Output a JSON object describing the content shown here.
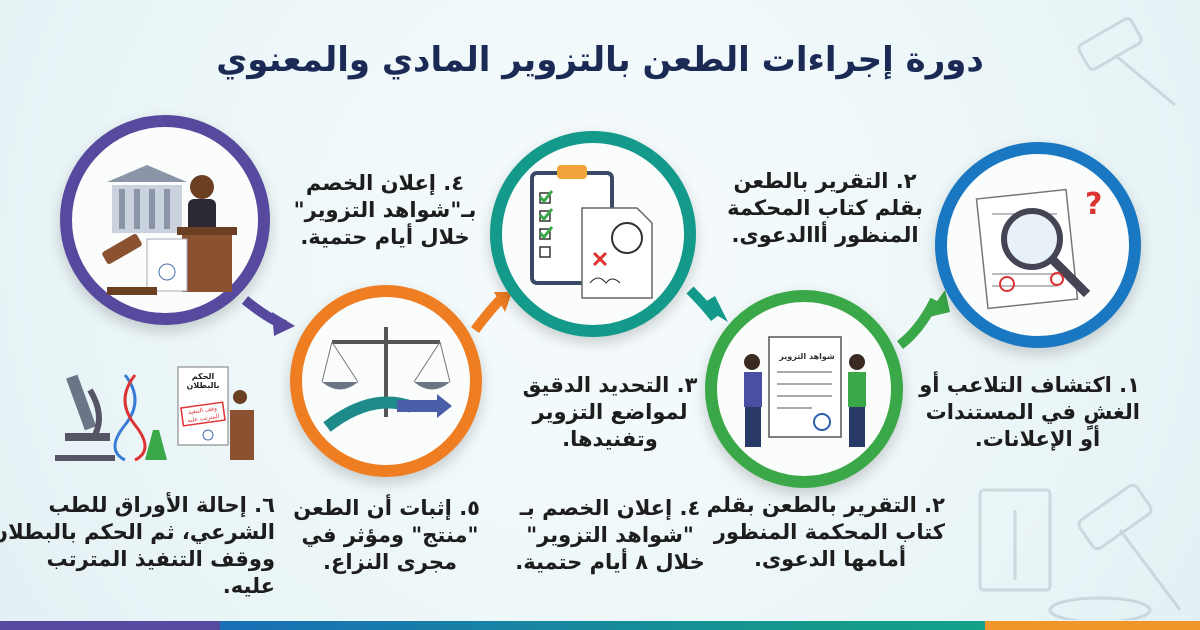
{
  "title": "دورة إجراءات الطعن بالتزوير المادي والمعنوي",
  "colors": {
    "title": "#1b2a55",
    "purple": "#574a9e",
    "orange": "#ef7d22",
    "teal": "#149a8a",
    "green": "#3aa848",
    "blue": "#1a78c2"
  },
  "steps": {
    "s1": {
      "lines": [
        "١. اكتشاف التلاعب أو",
        "الغشٍ في المستندات",
        "أو الإعلانات."
      ],
      "icon": "magnifier-document-icon"
    },
    "s2_top": {
      "lines": [
        "٢. التقرير بالطعن",
        "بقلم كتاب المحكمة",
        "المنظور أاالدعوى."
      ]
    },
    "s2": {
      "lines": [
        "٢. التقرير بالطعن بقلم",
        "كتاب المحكمة المنظور",
        "أمامها الدعوى."
      ],
      "doc_label": "شواهد التزوير",
      "icon": "handover-document-icon"
    },
    "s3": {
      "lines": [
        "٣. التحديد الدقيق",
        "لمواضع التزوير",
        "وتفنيدها."
      ],
      "icon": "clipboard-checklist-icon"
    },
    "s4_top": {
      "lines": [
        "٤. إعلان الخصم",
        "بـ\"شواهد التزوير\"",
        "خلال أيام حتمية."
      ]
    },
    "s4": {
      "lines": [
        "٤. إعلان الخصم بـ",
        "\"شواهد التزوير\"",
        "خلال ٨ أيام حتمية."
      ]
    },
    "s5": {
      "lines": [
        "٥. إثبات أن الطعن",
        "\"منتج\" ومؤثر في",
        "مجرى النزاع."
      ],
      "icon": "scales-icon"
    },
    "s6": {
      "lines": [
        "٦. إحالة الأوراق للطب",
        "الشرعي، ثم الحكم بالبطلان",
        "ووقف التنفيذ المترتب",
        "عليه."
      ],
      "doc_label": "الحكم بالبطلان",
      "stamp_label": "وقف التنفيذ المترتب عليه",
      "icon": "microscope-dna-icon"
    },
    "s6_circle": {
      "icon": "court-judge-icon"
    }
  }
}
